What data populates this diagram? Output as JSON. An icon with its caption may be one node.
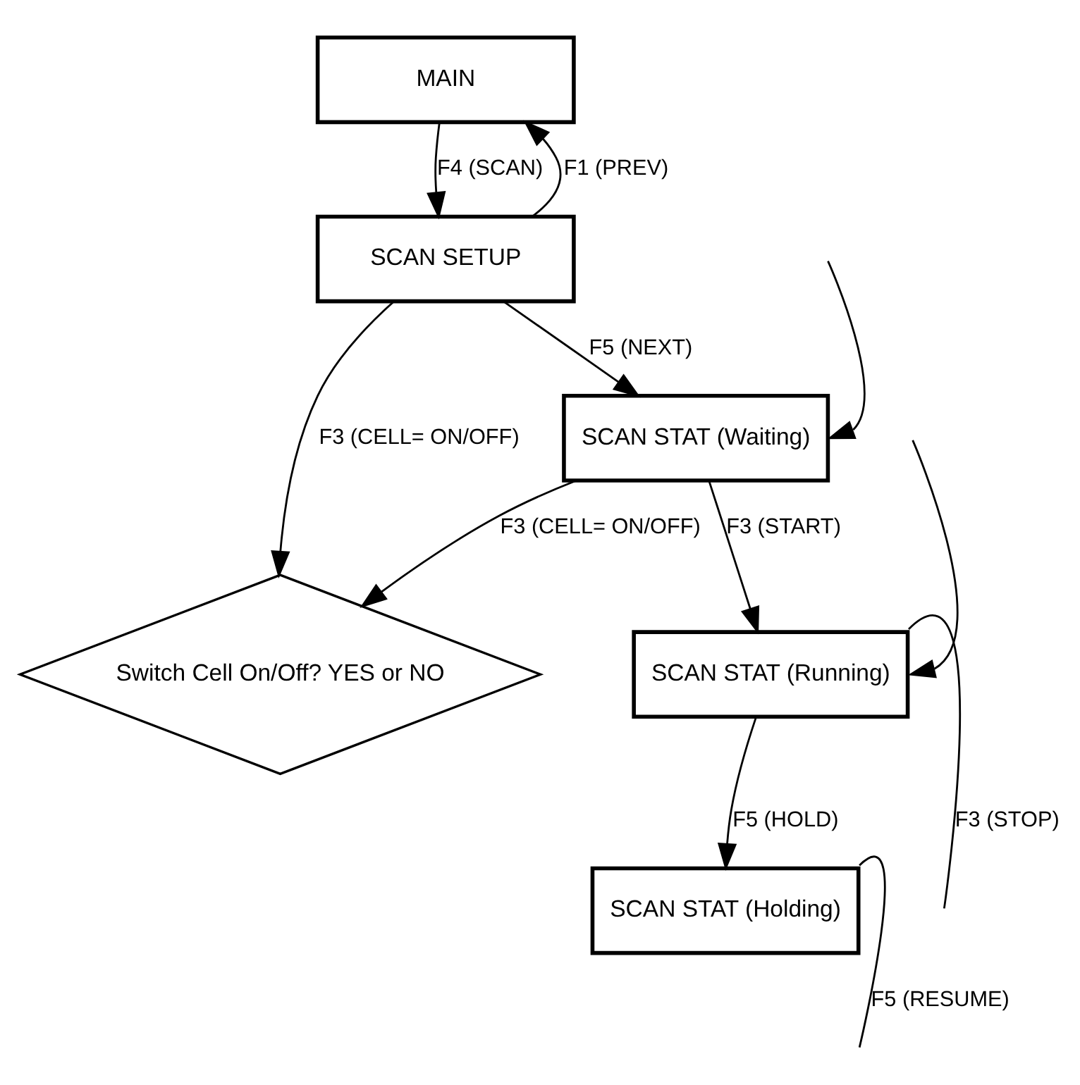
{
  "diagram": {
    "nodes": [
      {
        "text": [
          "MAIN"
        ]
      },
      {
        "text": [
          "SCAN SETUP"
        ]
      },
      {
        "text": [
          "SCAN STAT (Waiting)"
        ]
      },
      {
        "text": [
          "Switch Cell On/Off? YES or NO"
        ]
      },
      {
        "text": [
          "SCAN STAT (Running)"
        ]
      },
      {
        "text": [
          "SCAN STAT (Holding)"
        ]
      }
    ],
    "edges": [
      {
        "from": 0,
        "to": 1,
        "arrow": "to",
        "label": "F4 (SCAN)"
      },
      {
        "from": 1,
        "to": 0,
        "arrow": "to",
        "label": "F1 (PREV)"
      },
      {
        "from": 1,
        "to": 2,
        "arrow": "to",
        "label": "F5 (NEXT)"
      },
      {
        "from": 1,
        "to": 3,
        "arrow": "to",
        "label": "F3 (CELL= ON/OFF)"
      },
      {
        "from": 2,
        "to": 3,
        "arrow": "to",
        "label": "F3 (CELL= ON/OFF)"
      },
      {
        "from": null,
        "to": 2,
        "arrow": "to"
      },
      {
        "from": 2,
        "to": 4,
        "arrow": "to",
        "label": "F3 (START)"
      },
      {
        "from": 4,
        "to": null,
        "arrow": "none",
        "label": "F3 (STOP)"
      },
      {
        "from": null,
        "to": 4,
        "arrow": "to"
      },
      {
        "from": 4,
        "to": 5,
        "arrow": "to",
        "label": "F5 (HOLD)"
      },
      {
        "from": 5,
        "to": null,
        "arrow": "none",
        "label": "F5 (RESUME)"
      }
    ]
  }
}
